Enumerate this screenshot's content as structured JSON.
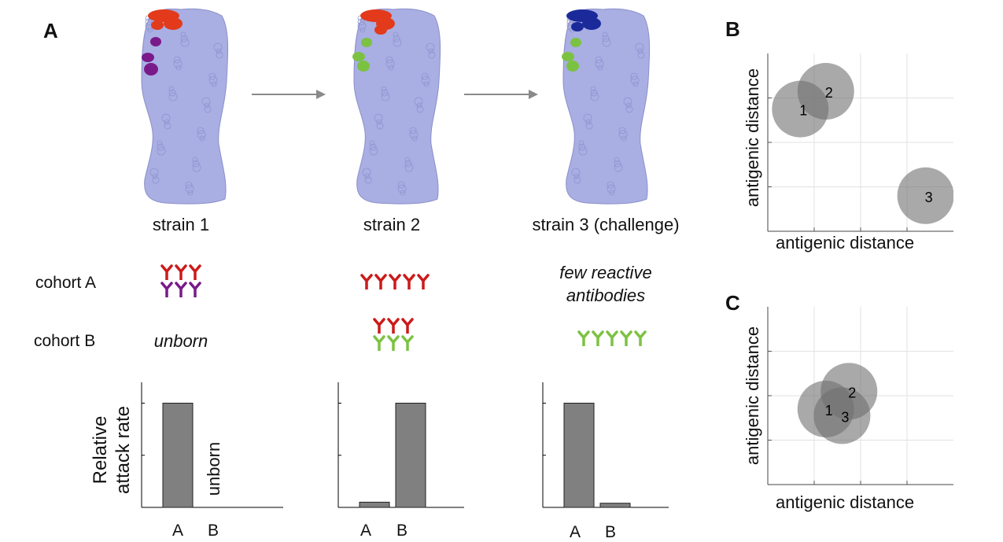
{
  "panels": {
    "a": "A",
    "b": "B",
    "c": "C"
  },
  "strains": [
    {
      "label": "strain 1"
    },
    {
      "label": "strain 2"
    },
    {
      "label": "strain 3 (challenge)"
    }
  ],
  "cohorts": {
    "a": "cohort A",
    "b": "cohort B"
  },
  "notes": {
    "unborn": "unborn",
    "few_reactive_line1": "few reactive",
    "few_reactive_line2": "antibodies"
  },
  "colors": {
    "protein": "#a9aee3",
    "red": "#cc1a1a",
    "red_epitope": "#e23a1a",
    "purple": "#7a1a8a",
    "green": "#7cc242",
    "blue": "#1a2a9a",
    "bar": "#808080",
    "circle": "#707070"
  },
  "antibodies": [
    {
      "strain": 1,
      "rows": [
        {
          "color": "red",
          "count": 3
        },
        {
          "color": "purple",
          "count": 3
        }
      ]
    },
    {
      "strain": 2,
      "rows": [
        {
          "color": "red",
          "count": 5
        }
      ]
    },
    {
      "strain": 2,
      "cohort": "B",
      "rows": [
        {
          "color": "red",
          "count": 3
        },
        {
          "color": "green",
          "count": 3
        }
      ]
    },
    {
      "strain": 3,
      "cohort": "B",
      "rows": [
        {
          "color": "green",
          "count": 5
        }
      ]
    }
  ],
  "chart_data": [
    {
      "type": "bar",
      "panel": "A-strain1",
      "categories": [
        "A",
        "B"
      ],
      "values": [
        1.0,
        0.0
      ],
      "ylabel_line1": "Relative",
      "ylabel_line2": "attack rate",
      "bar_annotation": "unborn",
      "ylim": [
        0,
        1.2
      ]
    },
    {
      "type": "bar",
      "panel": "A-strain2",
      "categories": [
        "A",
        "B"
      ],
      "values": [
        0.05,
        1.0
      ],
      "ylim": [
        0,
        1.2
      ]
    },
    {
      "type": "bar",
      "panel": "A-strain3",
      "categories": [
        "A",
        "B"
      ],
      "values": [
        1.0,
        0.04
      ],
      "ylim": [
        0,
        1.2
      ]
    },
    {
      "type": "scatter",
      "panel": "B",
      "xlabel": "antigenic distance",
      "ylabel": "antigenic distance",
      "xlim": [
        0,
        4
      ],
      "ylim": [
        0,
        4
      ],
      "grid": true,
      "points": [
        {
          "label": "1",
          "x": 0.7,
          "y": 2.75
        },
        {
          "label": "2",
          "x": 1.25,
          "y": 3.15
        },
        {
          "label": "3",
          "x": 3.4,
          "y": 0.8
        }
      ]
    },
    {
      "type": "scatter",
      "panel": "C",
      "xlabel": "antigenic distance",
      "ylabel": "antigenic distance",
      "xlim": [
        0,
        4
      ],
      "ylim": [
        0,
        4
      ],
      "grid": true,
      "points": [
        {
          "label": "1",
          "x": 1.25,
          "y": 1.7
        },
        {
          "label": "2",
          "x": 1.75,
          "y": 2.1
        },
        {
          "label": "3",
          "x": 1.6,
          "y": 1.55
        }
      ]
    }
  ]
}
